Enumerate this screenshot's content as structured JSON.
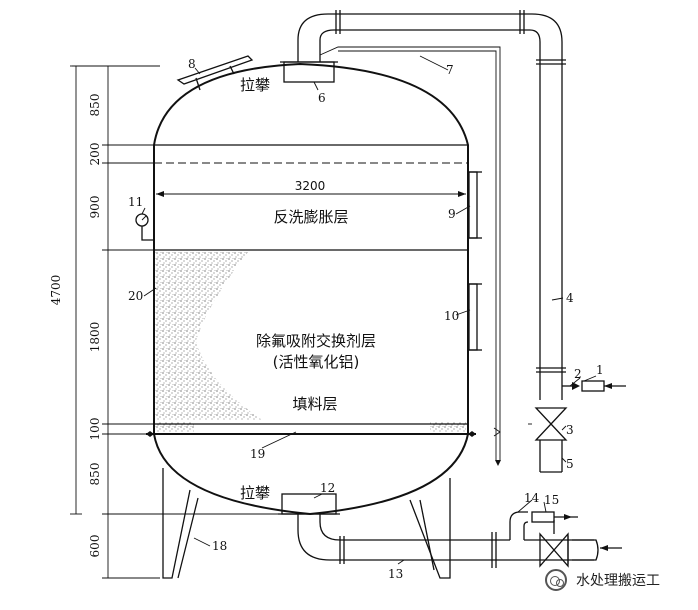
{
  "dimensions": {
    "total": "4700",
    "segments": [
      "850",
      "200",
      "900",
      "1800",
      "100",
      "850",
      "600"
    ],
    "width": "3200"
  },
  "labels": {
    "pull_handle_top": "拉攀",
    "pull_handle_bottom": "拉攀",
    "backwash_layer": "反洗膨胀层",
    "adsorbent_layer_line1": "除氟吸附交换剂层",
    "adsorbent_layer_line2": "(活性氧化铝)",
    "packing_layer": "填料层"
  },
  "callouts": [
    "1",
    "2",
    "3",
    "4",
    "5",
    "6",
    "7",
    "8",
    "9",
    "10",
    "11",
    "12",
    "13",
    "14",
    "15",
    "18",
    "19",
    "20"
  ],
  "watermark": "水处理搬运工"
}
